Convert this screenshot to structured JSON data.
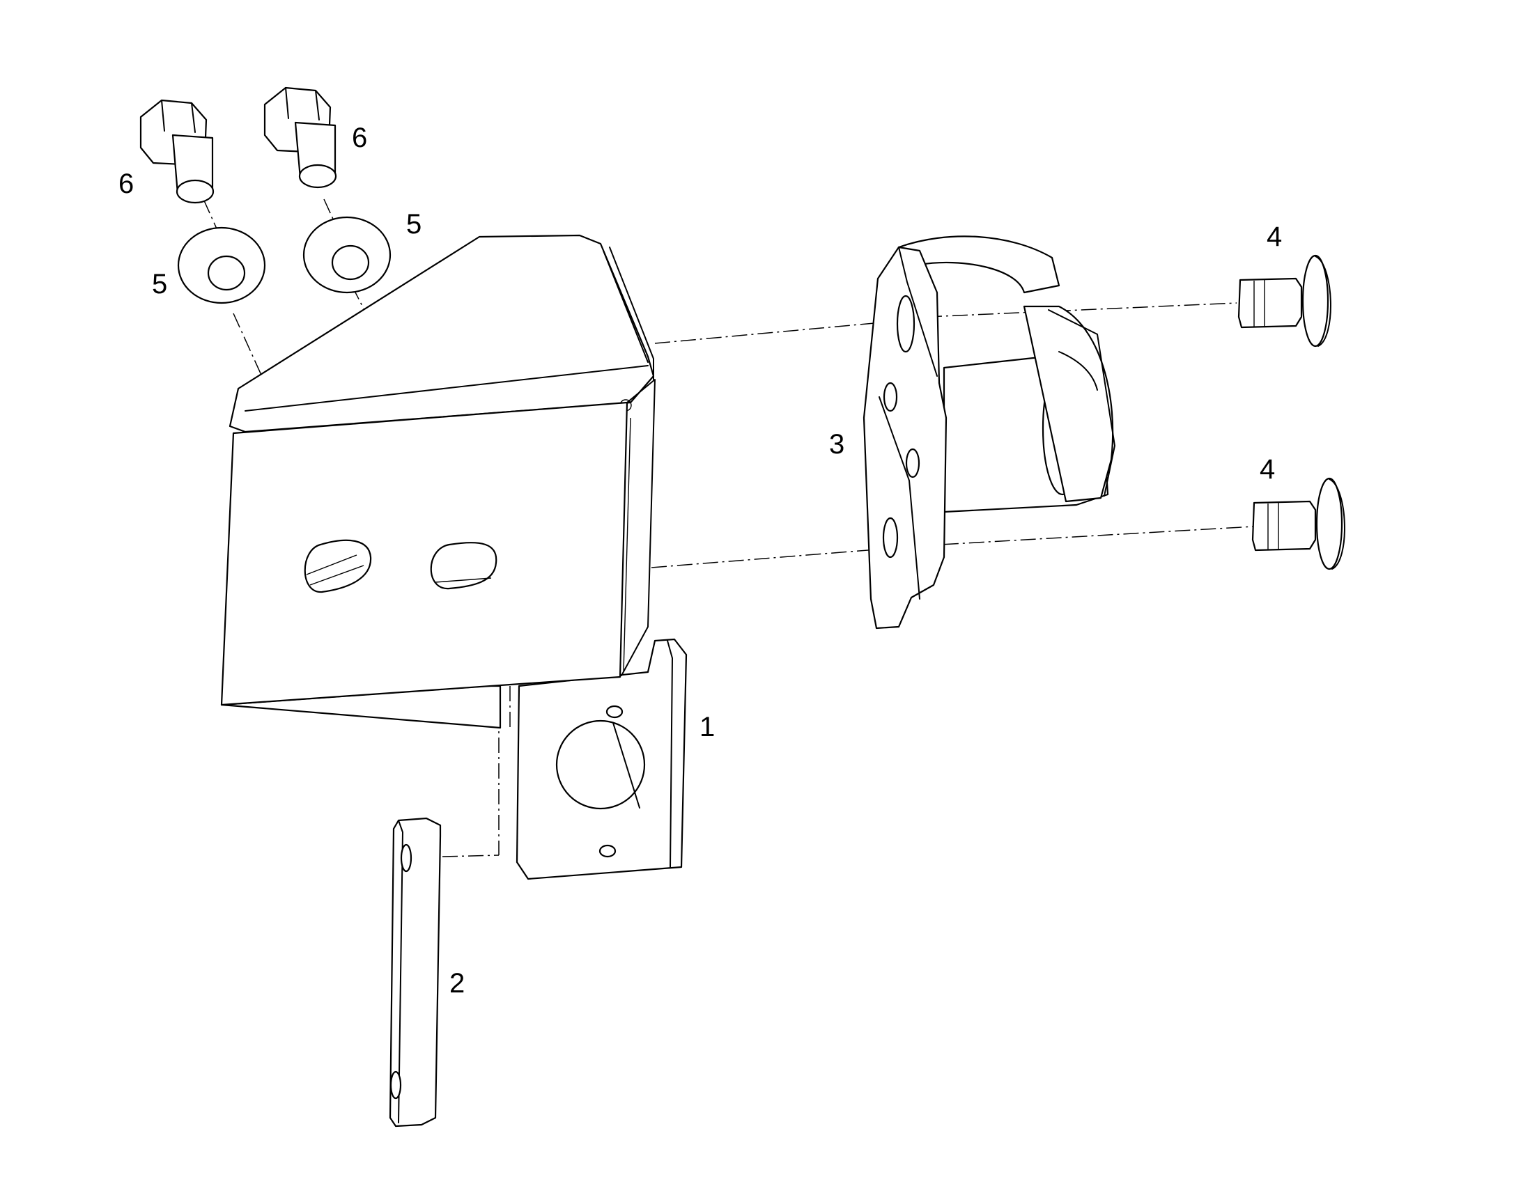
{
  "callouts": [
    {
      "id": "bracket",
      "label": "1"
    },
    {
      "id": "link-plate",
      "label": "2"
    },
    {
      "id": "pivot-bracket",
      "label": "3"
    },
    {
      "id": "shoulder-bolt-upper",
      "label": "4"
    },
    {
      "id": "shoulder-bolt-lower",
      "label": "4"
    },
    {
      "id": "washer-left",
      "label": "5"
    },
    {
      "id": "washer-right",
      "label": "5"
    },
    {
      "id": "hex-bolt-left",
      "label": "6"
    },
    {
      "id": "hex-bolt-right",
      "label": "6"
    }
  ],
  "colors": {
    "line": "#000000",
    "background": "#ffffff"
  }
}
